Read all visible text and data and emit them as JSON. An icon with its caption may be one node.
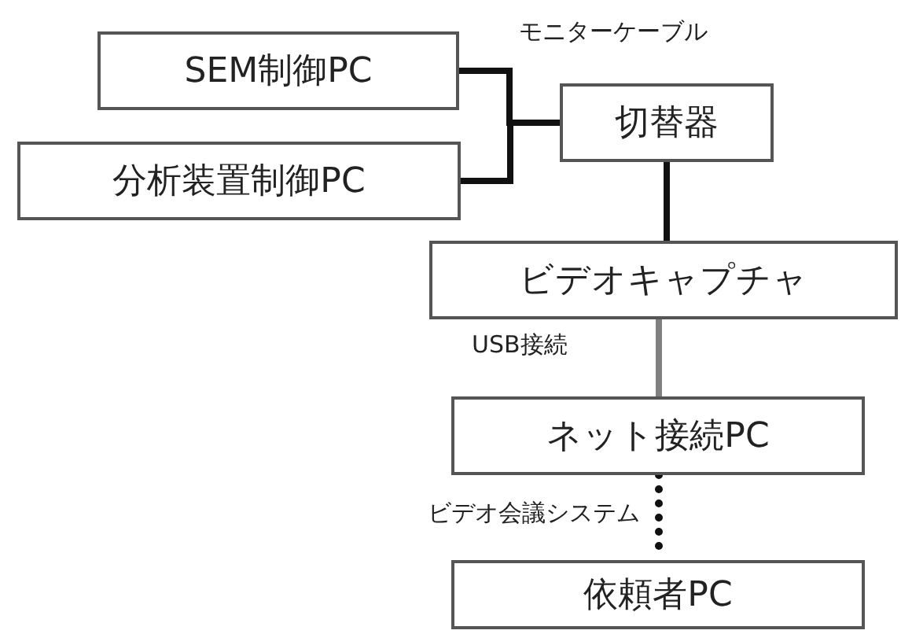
{
  "diagram": {
    "nodes": [
      {
        "text": [
          "SEM制御PC"
        ]
      },
      {
        "text": [
          "分析装置制御PC"
        ]
      },
      {
        "text": [
          "切替器"
        ]
      },
      {
        "text": [
          "ビデオキャプチャ"
        ]
      },
      {
        "text": [
          "ネット接続PC"
        ]
      },
      {
        "text": [
          "依頼者PC"
        ]
      }
    ],
    "edges": [
      {
        "from": 0,
        "to": 2,
        "arrow": "none"
      },
      {
        "from": 1,
        "to": 2,
        "arrow": "none"
      },
      {
        "from": 2,
        "to": 3,
        "arrow": "none"
      },
      {
        "from": 3,
        "to": 4,
        "arrow": "none",
        "label": "USB接続",
        "color": "#808080"
      },
      {
        "from": 4,
        "to": 5,
        "arrow": "none",
        "label": "ビデオ会議システム",
        "style": "dashed"
      }
    ],
    "labels": [
      "モニターケーブル"
    ]
  }
}
